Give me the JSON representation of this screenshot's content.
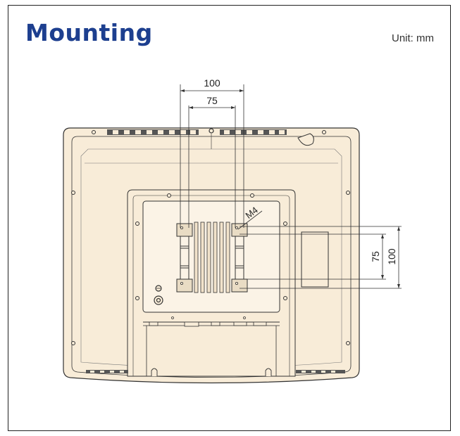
{
  "header": {
    "title": "Mounting",
    "unit": "Unit: mm"
  },
  "dimensions": {
    "horizontal_outer": "100",
    "horizontal_inner": "75",
    "vertical_inner": "75",
    "vertical_outer": "100",
    "screw_label": "M4"
  },
  "colors": {
    "title": "#1d3f8f",
    "body_fill": "#f8ecd8",
    "outline": "#333333",
    "bracket_fill": "#e9dcc4"
  }
}
